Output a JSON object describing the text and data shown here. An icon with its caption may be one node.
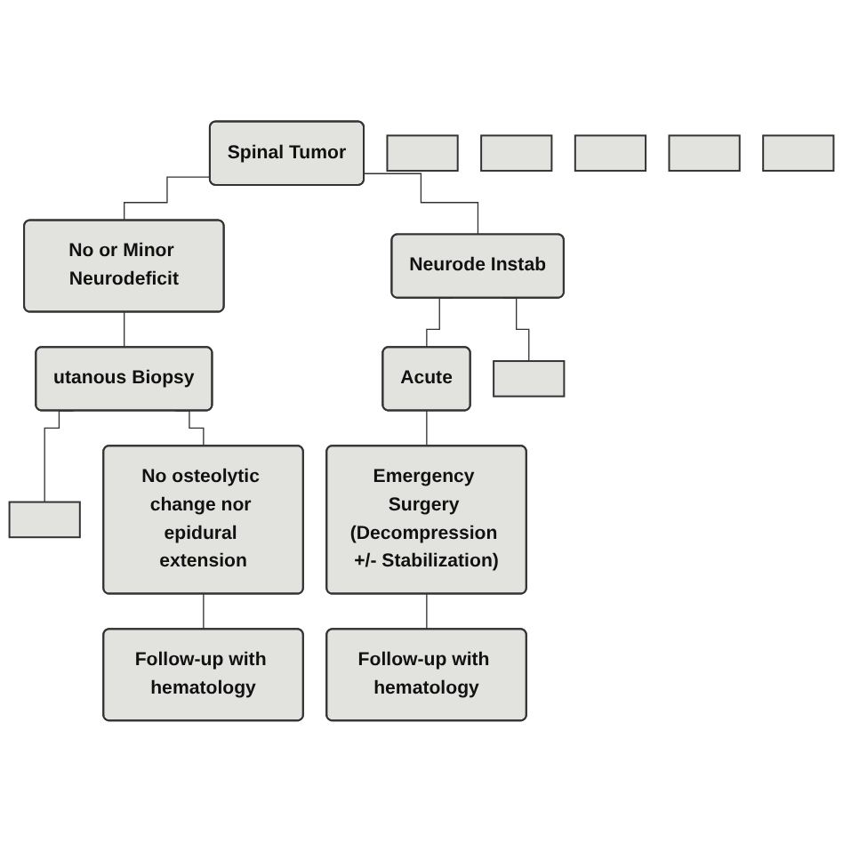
{
  "diagram": {
    "nodes": [
      {
        "text": [
          "Spinal Tumor"
        ]
      },
      {
        "text": [
          "No or Minor Neurodeficit"
        ]
      },
      {
        "text": [
          "Neurode Instab"
        ]
      },
      {
        "text": [
          "utanous Biopsy"
        ]
      },
      {
        "text": [],
        "shape": "box"
      },
      {
        "text": [
          "No osteolytic change nor epidural extension"
        ]
      },
      {
        "text": [
          "Acute"
        ]
      },
      {
        "text": [],
        "shape": "box"
      },
      {
        "text": [],
        "shape": "box"
      },
      {
        "text": [
          "Follow-up with hematology"
        ]
      },
      {
        "text": [
          "Emergency Surgery (Decompression +/- Stabilization)"
        ]
      },
      {
        "text": [],
        "shape": "box"
      },
      {
        "text": [],
        "shape": "box"
      },
      {
        "text": [
          "Follow-up with hematology"
        ]
      },
      {
        "text": [],
        "shape": "box"
      },
      {
        "text": [],
        "shape": "box"
      }
    ],
    "edges": [
      {
        "from": 0,
        "to": 1,
        "arrow": "none"
      },
      {
        "from": 0,
        "to": 2,
        "arrow": "none"
      },
      {
        "from": 1,
        "to": 3,
        "arrow": "none"
      },
      {
        "from": 3,
        "to": 4,
        "arrow": "none"
      },
      {
        "from": 3,
        "to": 5,
        "arrow": "none"
      },
      {
        "from": 2,
        "to": 6,
        "arrow": "none"
      },
      {
        "from": 2,
        "to": 7,
        "arrow": "none"
      },
      {
        "from": 5,
        "to": 9,
        "arrow": "none"
      },
      {
        "from": 6,
        "to": 10,
        "arrow": "none"
      },
      {
        "from": 10,
        "to": 13,
        "arrow": "none"
      }
    ]
  }
}
